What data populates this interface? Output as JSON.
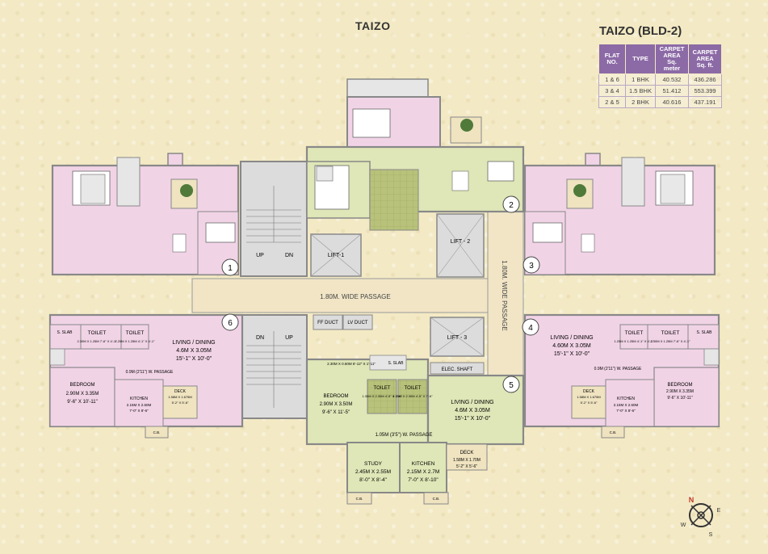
{
  "plan_title": "TAIZO",
  "table": {
    "title": "TAIZO (BLD-2)",
    "headers": [
      "FLAT NO.",
      "TYPE",
      "CARPET AREA Sq. meter",
      "CARPET AREA Sq. ft."
    ],
    "rows": [
      [
        "1 & 6",
        "1 BHK",
        "40.532",
        "436.286"
      ],
      [
        "3 & 4",
        "1.5 BHK",
        "51.412",
        "553.399"
      ],
      [
        "2 & 5",
        "2 BHK",
        "40.616",
        "437.191"
      ]
    ]
  },
  "labels": {
    "passage": "1.80M. WIDE PASSAGE",
    "passage_v": "1.80M. WIDE PASSAGE",
    "lift1": "LIFT-1",
    "lift2": "LIFT - 2",
    "lift3": "LIFT - 3",
    "up": "UP",
    "dn": "DN",
    "ff_duct": "FF DUCT",
    "lv_duct": "LV DUCT",
    "elec_shaft": "ELEC. SHAFT",
    "s_slab": "S. SLAB",
    "toilet": "TOILET",
    "cb": "C.B.",
    "deck": "DECK",
    "kitchen": "KITCHEN",
    "bedroom": "BEDROOM",
    "study": "STUDY",
    "living": "LIVING / DINING"
  },
  "flat6": {
    "number": "6",
    "living": "LIVING / DINING",
    "living_d1": "4.6M X 3.05M",
    "living_d2": "15'-1\" X 10'-0\"",
    "passage": "0.9M (2'11\") W. PASSAGE",
    "bedroom_d1": "2.90M X 3.35M",
    "bedroom_d2": "9'-6\" X 10'-11\"",
    "kitchen_d1": "2.15M X 2.60M",
    "kitchen_d2": "7'-0\" X 8'-6\"",
    "deck_d1": "1.58M X 1.675M",
    "deck_d2": "5'-2\" X 5'-6\"",
    "toilet1_d": "2.30M X 1.25M 7'-6\" X 4'-1\"",
    "toilet2_d": "1.25M X 1.25M 4'-1\" X 4'-1\""
  },
  "flat4": {
    "number": "4",
    "living_d1": "4.60M X 3.05M",
    "living_d2": "15'-1\" X 10'-0\"",
    "passage": "0.9M (2'11\") W. PASSAGE",
    "bedroom_d1": "2.90M X 3.35M",
    "bedroom_d2": "9'-6\" X 10'-11\"",
    "kitchen_d1": "2.15M X 2.60M",
    "kitchen_d2": "7'-0\" X 8'-6\"",
    "deck_d1": "1.58M X 1.675M",
    "deck_d2": "5'-2\" X 5'-6\"",
    "toilet1_d": "1.25M X 1.25M 4'-1\" X 4'-1\"",
    "toilet2_d": "2.30M X 1.25M 7'-6\" X 4'-1\""
  },
  "flat5": {
    "number": "5",
    "living_d1": "4.6M X 3.05M",
    "living_d2": "15'-1\" X 10'-0\"",
    "passage": "1.05M (3'5\") W. PASSAGE",
    "bedroom_d1": "2.90M X 3.50M",
    "bedroom_d2": "9'-6\" X 11'-5\"",
    "study_d1": "2.45M X 2.55M",
    "study_d2": "8'-0\" X 8'-4\"",
    "kitchen_d1": "2.15M X 2.7M",
    "kitchen_d2": "7'-0\" X 8'-10\"",
    "deck_d1": "1.58M X 1.70M",
    "deck_d2": "5'-2\" X 5'-6\"",
    "toilet1_d": "1.35M X 2.30M 4'-5\" X 7'-6\"",
    "toilet2_d": "1.35M X 2.30M 4'-5\" X 7'-6\"",
    "cb_d": "2.30M X 0.60M 6'-12\" X 1'-11\""
  },
  "flat_numbers": [
    "1",
    "2",
    "3"
  ],
  "compass": {
    "n": "N",
    "e": "E",
    "s": "S",
    "w": "W"
  },
  "colors": {
    "background": "#f3e9c4",
    "pink_flat": "#f1d3e6",
    "green_flat": "#dfe6b7",
    "core_grey": "#d9d9d9",
    "passage": "#f1e5c6",
    "table_header": "#8c6aa6"
  }
}
